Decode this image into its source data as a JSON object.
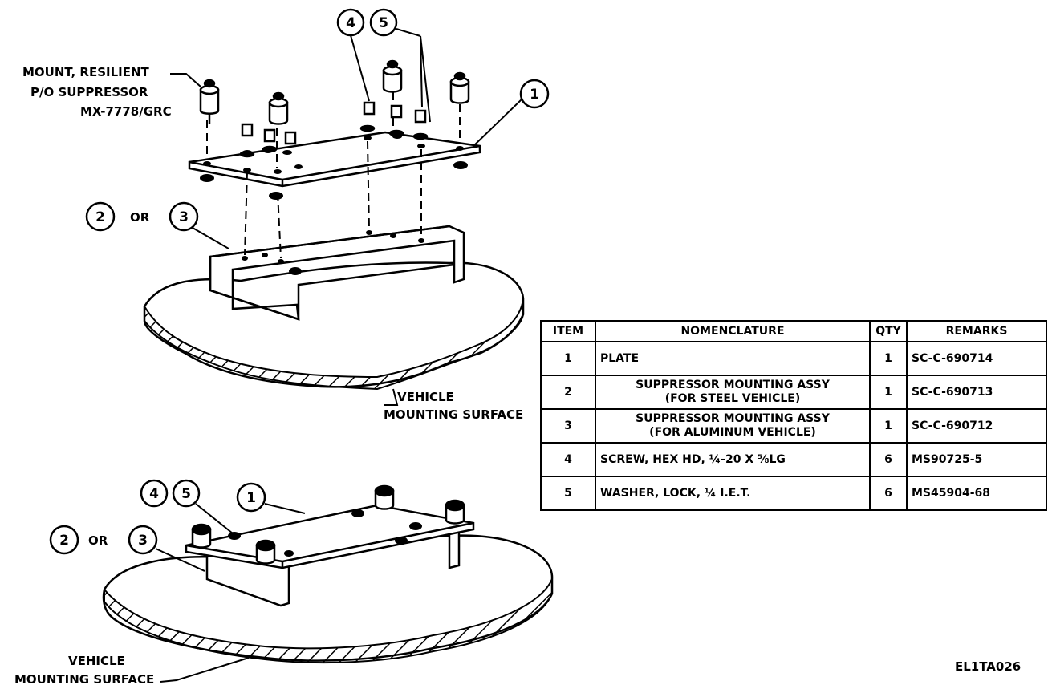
{
  "labels": {
    "mount_line1": "MOUNT, RESILIENT",
    "mount_line2": "P/O SUPPRESSOR",
    "mount_line3": "MX-7778/GRC",
    "or_top": "OR",
    "or_bottom": "OR",
    "vehicle_top_line1": "VEHICLE",
    "vehicle_top_line2": "MOUNTING SURFACE",
    "vehicle_bottom_line1": "VEHICLE",
    "vehicle_bottom_line2": "MOUNTING SURFACE",
    "figure_code": "EL1TA026"
  },
  "callouts": {
    "top_4": "4",
    "top_5": "5",
    "top_1": "1",
    "top_2": "2",
    "top_3": "3",
    "bot_4": "4",
    "bot_5": "5",
    "bot_1": "1",
    "bot_2": "2",
    "bot_3": "3"
  },
  "table": {
    "headers": {
      "item": "ITEM",
      "nomenclature": "NOMENCLATURE",
      "qty": "QTY",
      "remarks": "REMARKS"
    },
    "rows": [
      {
        "item": "1",
        "nomenclature": "PLATE",
        "nomenclature_sub": "",
        "qty": "1",
        "remarks": "SC-C-690714"
      },
      {
        "item": "2",
        "nomenclature": "SUPPRESSOR MOUNTING ASSY",
        "nomenclature_sub": "(FOR STEEL VEHICLE)",
        "qty": "1",
        "remarks": "SC-C-690713"
      },
      {
        "item": "3",
        "nomenclature": "SUPPRESSOR MOUNTING ASSY",
        "nomenclature_sub": "(FOR ALUMINUM VEHICLE)",
        "qty": "1",
        "remarks": "SC-C-690712"
      },
      {
        "item": "4",
        "nomenclature": "SCREW, HEX HD, ¼-20 X ⅝LG",
        "nomenclature_sub": "",
        "qty": "6",
        "remarks": "MS90725-5"
      },
      {
        "item": "5",
        "nomenclature": "WASHER, LOCK, ¼ I.E.T.",
        "nomenclature_sub": "",
        "qty": "6",
        "remarks": "MS45904-68"
      }
    ]
  }
}
